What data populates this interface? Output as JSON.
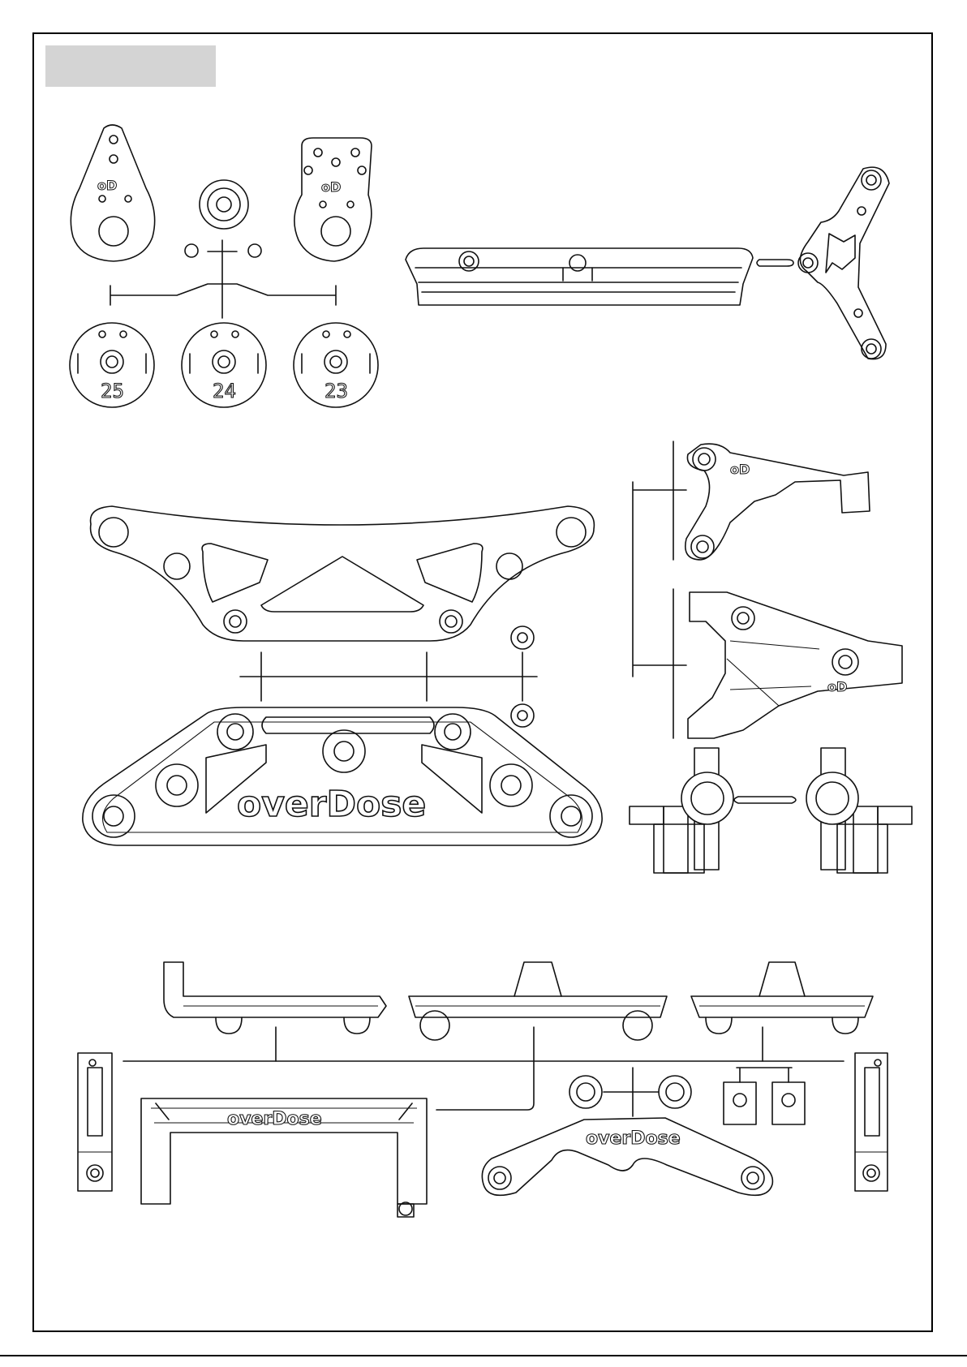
{
  "parts_sheet": {
    "disc_numbers": [
      "25",
      "24",
      "23"
    ],
    "logo_text": "overDose",
    "small_logo_text": "oD"
  },
  "colors": {
    "line": "#111111",
    "title_box": "#d4d4d4",
    "background": "#ffffff"
  }
}
